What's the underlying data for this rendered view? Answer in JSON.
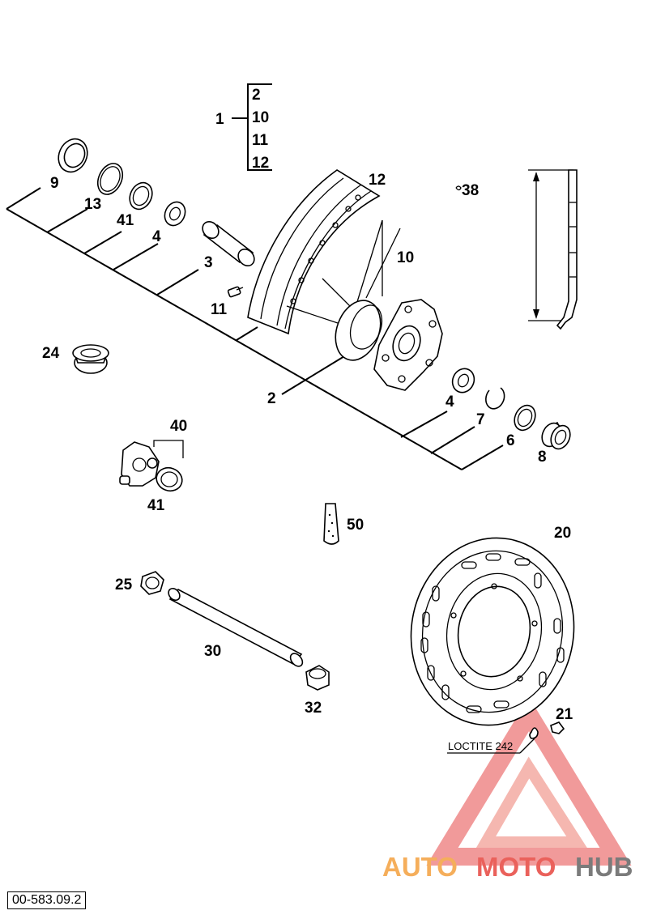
{
  "labels": {
    "p1": "1",
    "p2": "2",
    "p10": "10",
    "p11": "11",
    "p12": "12",
    "grp2": "2",
    "grp10": "10",
    "grp11": "11",
    "grp12": "12",
    "p38": "38",
    "p9": "9",
    "p13": "13",
    "p41a": "41",
    "p4a": "4",
    "p3": "3",
    "p24": "24",
    "p4b": "4",
    "p7": "7",
    "p6": "6",
    "p8": "8",
    "p40": "40",
    "p41b": "41",
    "p50": "50",
    "p20": "20",
    "p25": "25",
    "p30": "30",
    "p32": "32",
    "p21": "21"
  },
  "note": "LOCTITE 242",
  "figure_code": "00-583.09.2",
  "watermark": {
    "part1": "AUTO",
    "part2": "MOTO",
    "part3": "HUB"
  },
  "colors": {
    "line": "#000000",
    "watermark_orange": "#f4a64a",
    "watermark_red": "#e8504a",
    "watermark_gray": "#6d6d6d"
  }
}
